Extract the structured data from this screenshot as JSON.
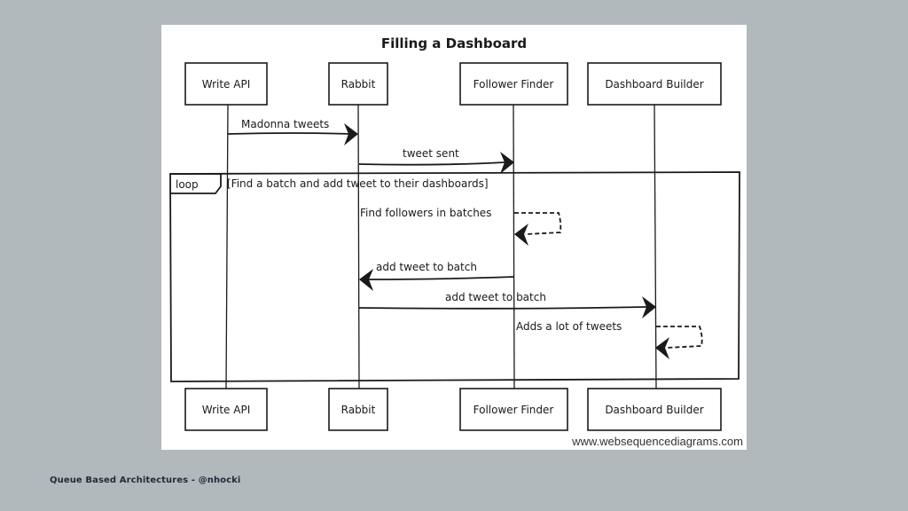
{
  "diagram": {
    "title": "Filling a Dashboard",
    "participants": [
      "Write API",
      "Rabbit",
      "Follower Finder",
      "Dashboard Builder"
    ],
    "messages": [
      {
        "from": "Write API",
        "to": "Rabbit",
        "label": "Madonna tweets"
      },
      {
        "from": "Rabbit",
        "to": "Follower Finder",
        "label": "tweet sent"
      },
      {
        "from": "Follower Finder",
        "to": "Follower Finder",
        "label": "Find followers in batches"
      },
      {
        "from": "Follower Finder",
        "to": "Rabbit",
        "label": "add tweet to batch"
      },
      {
        "from": "Rabbit",
        "to": "Dashboard Builder",
        "label": "add tweet to batch"
      },
      {
        "from": "Dashboard Builder",
        "to": "Dashboard Builder",
        "label": "Adds a lot of tweets"
      }
    ],
    "loop": {
      "tag": "loop",
      "condition": "[Find a batch and add tweet to their dashboards]"
    },
    "credit": "www.websequencediagrams.com"
  },
  "footer": {
    "text": "Queue Based Architectures - @nhocki"
  },
  "colors": {
    "background": "#b2b9bc",
    "card": "#ffffff",
    "ink": "#1a1a1a",
    "footer_text": "#1f2a3c"
  }
}
